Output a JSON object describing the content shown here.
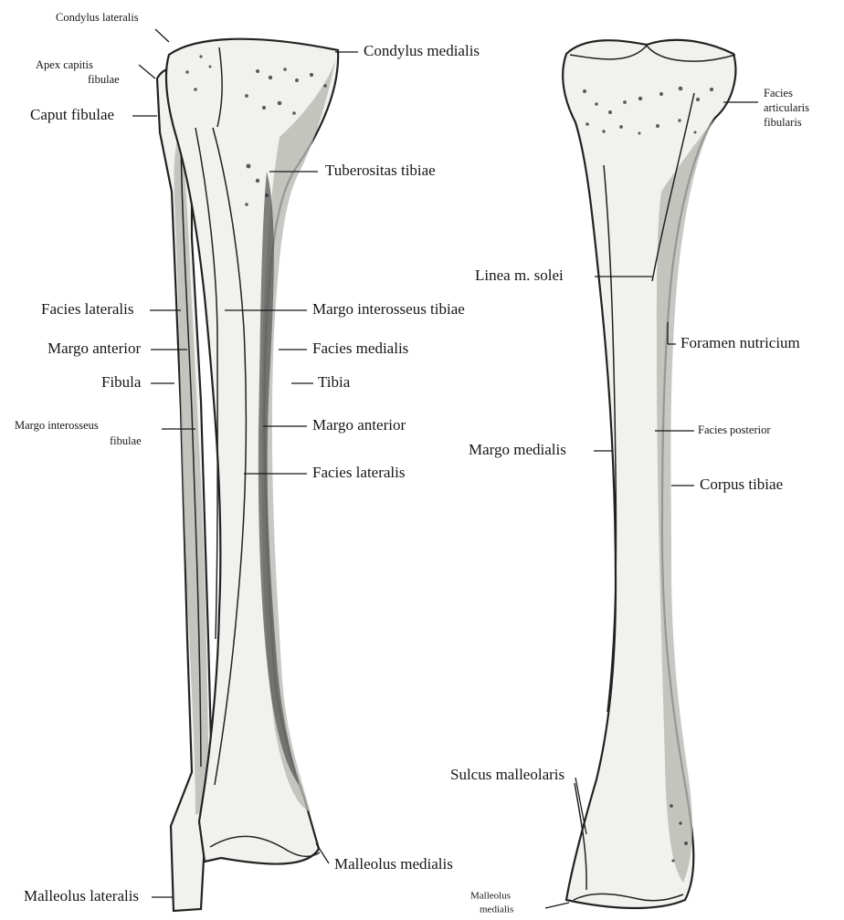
{
  "left_view": {
    "labels": [
      {
        "id": "condylus-lateralis",
        "text": "Condylus lateralis"
      },
      {
        "id": "apex-capitis-fibulae-1",
        "text": "Apex capitis"
      },
      {
        "id": "apex-capitis-fibulae-2",
        "text": "fibulae"
      },
      {
        "id": "caput-fibulae",
        "text": "Caput fibulae"
      },
      {
        "id": "condylus-medialis",
        "text": "Condylus medialis"
      },
      {
        "id": "tuberositas-tibiae",
        "text": "Tuberositas tibiae"
      },
      {
        "id": "facies-lateralis-left",
        "text": "Facies lateralis"
      },
      {
        "id": "margo-interosseus-tibiae",
        "text": "Margo interosseus tibiae"
      },
      {
        "id": "margo-anterior-left",
        "text": "Margo anterior"
      },
      {
        "id": "facies-medialis",
        "text": "Facies medialis"
      },
      {
        "id": "fibula",
        "text": "Fibula"
      },
      {
        "id": "tibia",
        "text": "Tibia"
      },
      {
        "id": "margo-interosseus-fibulae-1",
        "text": "Margo interosseus"
      },
      {
        "id": "margo-interosseus-fibulae-2",
        "text": "fibulae"
      },
      {
        "id": "margo-anterior-right",
        "text": "Margo anterior"
      },
      {
        "id": "facies-lateralis-right",
        "text": "Facies lateralis"
      },
      {
        "id": "malleolus-medialis-left",
        "text": "Malleolus medialis"
      },
      {
        "id": "malleolus-lateralis",
        "text": "Malleolus lateralis"
      }
    ]
  },
  "right_view": {
    "labels": [
      {
        "id": "facies-articularis-fibularis-1",
        "text": "Facies"
      },
      {
        "id": "facies-articularis-fibularis-2",
        "text": "articularis"
      },
      {
        "id": "facies-articularis-fibularis-3",
        "text": "fibularis"
      },
      {
        "id": "linea-m-solei",
        "text": "Linea m. solei"
      },
      {
        "id": "foramen-nutricium",
        "text": "Foramen nutricium"
      },
      {
        "id": "facies-posterior",
        "text": "Facies posterior"
      },
      {
        "id": "margo-medialis",
        "text": "Margo medialis"
      },
      {
        "id": "corpus-tibiae",
        "text": "Corpus tibiae"
      },
      {
        "id": "sulcus-malleolaris",
        "text": "Sulcus malleolaris"
      },
      {
        "id": "malleolus-medialis-right-1",
        "text": "Malleolus"
      },
      {
        "id": "malleolus-medialis-right-2",
        "text": "medialis"
      }
    ]
  }
}
